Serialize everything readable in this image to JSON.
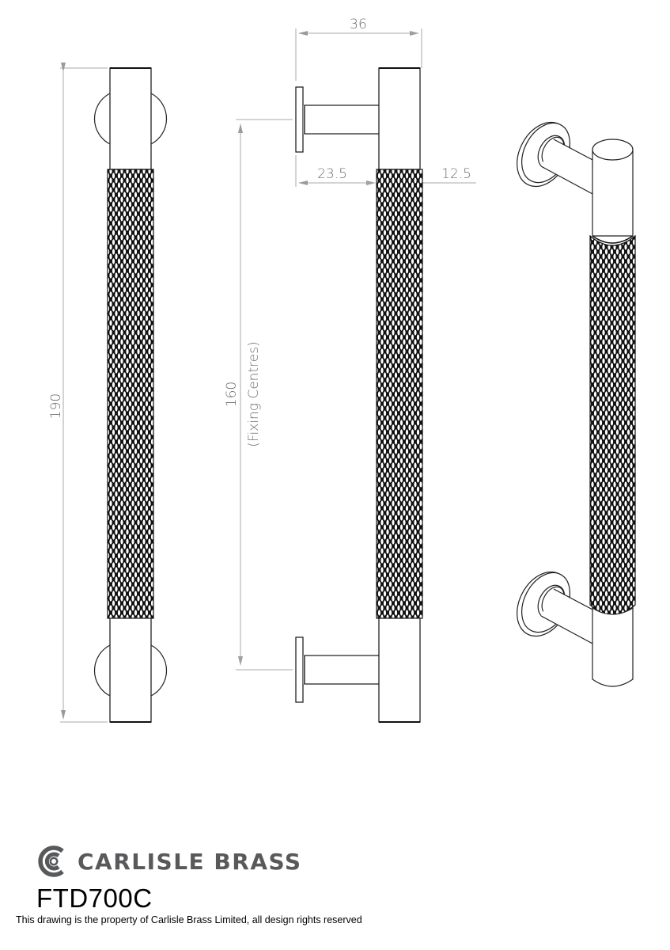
{
  "drawing": {
    "front_view": {
      "overall_length_label": "190"
    },
    "side_view": {
      "projection_label": "36",
      "standoff_label": "23.5",
      "bar_diameter_label": "12.5",
      "fixing_centres_value": "160",
      "fixing_centres_caption": "(Fixing Centres)"
    },
    "iso_view": {
      "description": "Isometric view of knurled T-bar pull handle"
    },
    "colors": {
      "dimension_line": "#9a9a9a",
      "outline": "#1a1a1a",
      "knurl": "#111111",
      "brand": "#58595b"
    }
  },
  "title_block": {
    "brand_name": "CARLISLE BRASS",
    "product_code": "FTD700C",
    "copyright": "This drawing is the property of Carlisle Brass Limited, all design rights reserved"
  }
}
